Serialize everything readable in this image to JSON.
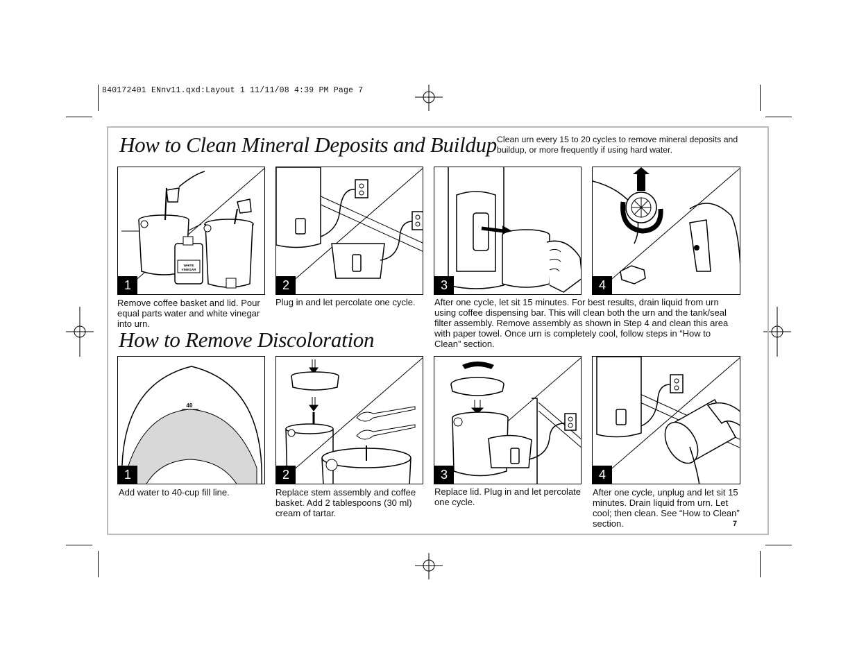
{
  "slug": "840172401 ENnv11.qxd:Layout 1  11/11/08  4:39 PM  Page 7",
  "section1": {
    "title": "How to Clean Mineral Deposits and Buildup",
    "intro": "Clean urn every 15 to 20 cycles to remove mineral deposits and buildup, or more frequently if using hard water.",
    "steps": [
      {
        "number": "1",
        "caption": "Remove coffee basket and lid. Pour equal parts water and white vinegar into urn.",
        "bottle_label": "WHITE VINEGAR"
      },
      {
        "number": "2",
        "caption": "Plug in and let percolate one cycle."
      },
      {
        "number": "3",
        "caption": "After one cycle, let sit 15 minutes. For best results, drain liquid from urn using coffee dispensing bar. This will clean both the urn and the tank/seal filter assembly. Remove assembly as shown in Step 4 and clean this area with paper towel. Once urn is completely cool, follow steps in “How to Clean” section."
      },
      {
        "number": "4",
        "caption": ""
      }
    ]
  },
  "section2": {
    "title": "How to Remove Discoloration",
    "steps": [
      {
        "number": "1",
        "caption": "Add water to 40-cup fill line.",
        "fill_mark": "40"
      },
      {
        "number": "2",
        "caption": "Replace stem assembly and coffee basket. Add 2 tablespoons (30 ml) cream of tartar."
      },
      {
        "number": "3",
        "caption": "Replace lid. Plug in and let percolate one cycle."
      },
      {
        "number": "4",
        "caption": "After one cycle, unplug and let sit 15 minutes. Drain liquid from urn. Let cool; then clean. See “How to Clean” section."
      }
    ]
  },
  "page_number": "7"
}
